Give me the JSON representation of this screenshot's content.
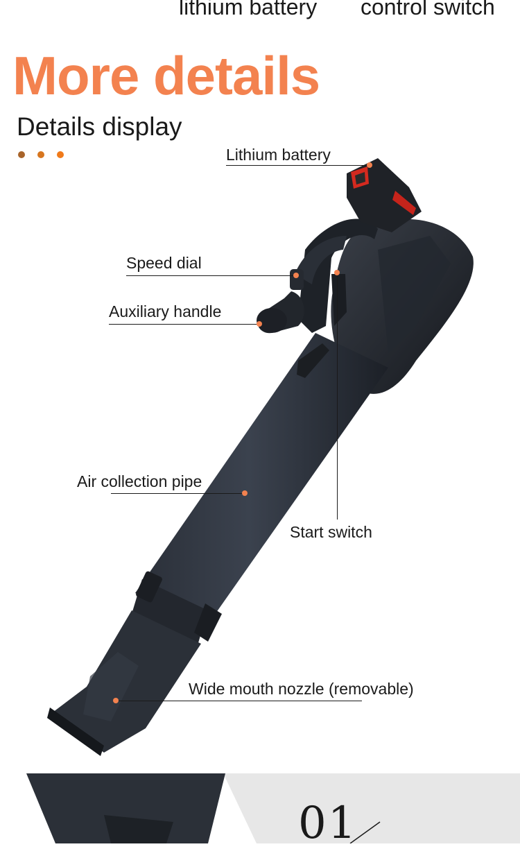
{
  "top_captions": [
    "lithium battery",
    "control switch"
  ],
  "heading": "More details",
  "subheading": "Details display",
  "dots_colors": [
    "#a8642a",
    "#d7761f",
    "#f07a1a"
  ],
  "accent_color": "#f3824f",
  "callouts": {
    "battery": "Lithium battery",
    "speed_dial": "Speed dial",
    "aux_handle": "Auxiliary handle",
    "air_pipe": "Air collection pipe",
    "start_switch": "Start switch",
    "nozzle": "Wide mouth nozzle (removable)"
  },
  "bottom_index": "01"
}
